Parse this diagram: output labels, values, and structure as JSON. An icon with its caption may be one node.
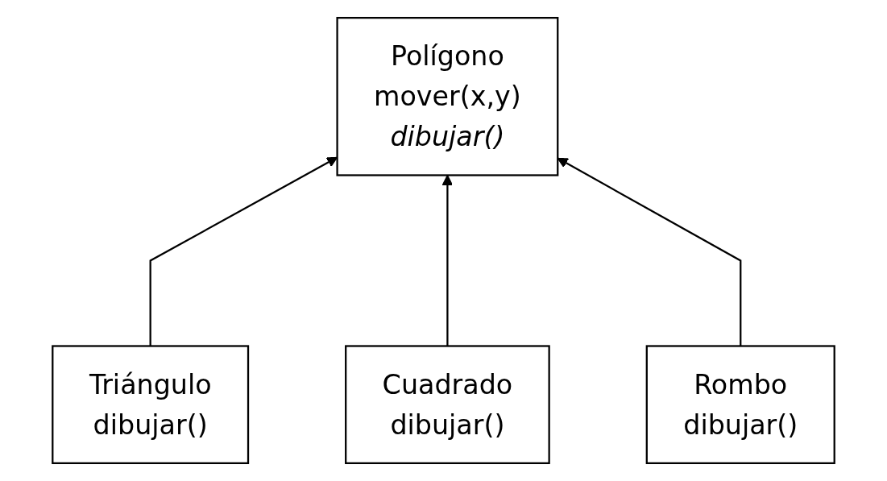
{
  "diagram": {
    "nodes": [
      {
        "text": [
          "Polígono",
          "mover(x,y)",
          "dibujar()"
        ]
      },
      {
        "text": [
          "Triángulo",
          "dibujar()"
        ]
      },
      {
        "text": [
          "Cuadrado",
          "dibujar()"
        ]
      },
      {
        "text": [
          "Rombo",
          "dibujar()"
        ]
      }
    ],
    "edges": [
      {
        "from": 1,
        "to": 0,
        "arrow": "to"
      },
      {
        "from": 2,
        "to": 0,
        "arrow": "to"
      },
      {
        "from": 3,
        "to": 0,
        "arrow": "to"
      }
    ]
  }
}
